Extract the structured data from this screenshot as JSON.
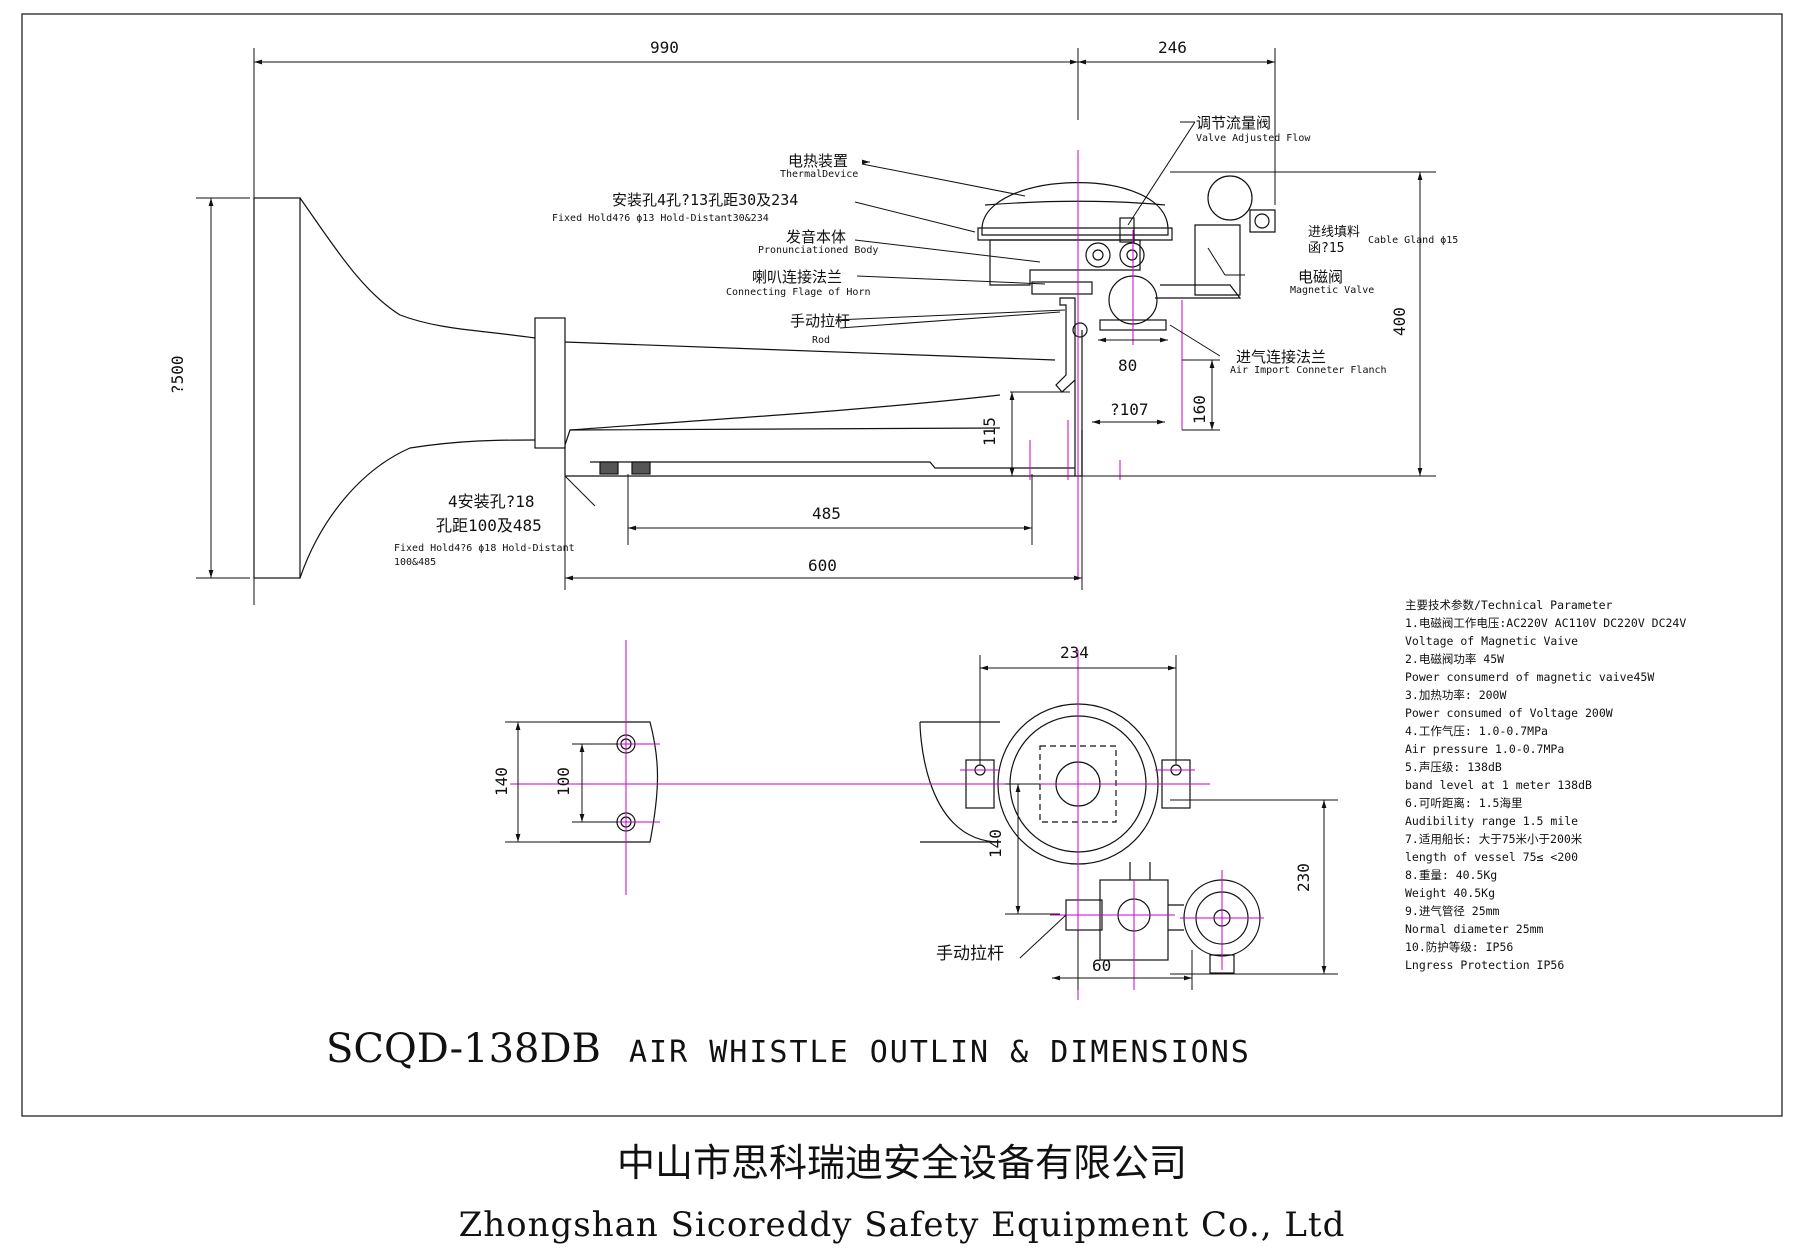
{
  "top_view": {
    "dim_990": "990",
    "dim_246": "246",
    "dim_500": "?500",
    "dim_400": "400",
    "dim_115": "115",
    "dim_485": "485",
    "dim_600": "600",
    "dim_80": "80",
    "dim_107": "?107",
    "dim_160": "160"
  },
  "labels": {
    "thermal_cn": "电热装置",
    "thermal_en": "ThermalDevice",
    "holes_cn": "安装孔4孔?13孔距30及234",
    "holes_en": "Fixed Hold4?6 ϕ13 Hold-Distant30&234",
    "body_cn": "发音本体",
    "body_en": "Pronunciationed Body",
    "flange_cn": "喇叭连接法兰",
    "flange_en": "Connecting Flage of Horn",
    "rod_cn": "手动拉杆",
    "rod_en": "Rod",
    "valve_cn": "调节流量阀",
    "valve_en": "Valve Adjusted Flow",
    "gland_cn1": "进线填料",
    "gland_cn2": "函?15",
    "gland_en": "Cable Gland ϕ15",
    "magnetic_cn": "电磁阀",
    "magnetic_en": "Magnetic Valve",
    "air_cn": "进气连接法兰",
    "air_en": "Air Import Conneter Flanch",
    "base_holes_cn1": "4安装孔?18",
    "base_holes_cn2": "孔距100及485",
    "base_holes_en1": "Fixed Hold4?6 ϕ18 Hold-Distant",
    "base_holes_en2": "100&485"
  },
  "bottom_view": {
    "dim_234": "234",
    "dim_140_left": "140",
    "dim_100": "100",
    "dim_140_right": "140",
    "dim_230": "230",
    "dim_60": "60",
    "rod_cn": "手动拉杆"
  },
  "parameters": [
    "主要技术参数/Technical Parameter",
    "1.电磁阀工作电压:AC220V AC110V DC220V DC24V",
    "Voltage of Magnetic Vaive",
    "2.电磁阀功率 45W",
    "Power consumerd of magnetic vaive45W",
    "3.加热功率: 200W",
    "Power consumed of Voltage  200W",
    "4.工作气压: 1.0-0.7MPa",
    "Air pressure 1.0-0.7MPa",
    "5.声压级: 138dB",
    "band level at 1 meter  138dB",
    "6.可听距离: 1.5海里",
    "Audibility range  1.5 mile",
    "7.适用船长: 大于75米小于200米",
    "length of vessel 75≤  <200",
    "8.重量: 40.5Kg",
    "Weight  40.5Kg",
    "9.进气管径  25mm",
    "Normal diameter 25mm",
    "10.防护等级: IP56",
    "Lngress Protection  IP56"
  ],
  "title": {
    "model": "SCQD-138DB",
    "desc": "AIR WHISTLE OUTLIN & DIMENSIONS"
  },
  "company": {
    "cn": "中山市思科瑞迪安全设备有限公司",
    "en": "Zhongshan Sicoreddy Safety Equipment Co., Ltd"
  },
  "colors": {
    "line": "#111111",
    "center_line": "#cc00cc"
  }
}
